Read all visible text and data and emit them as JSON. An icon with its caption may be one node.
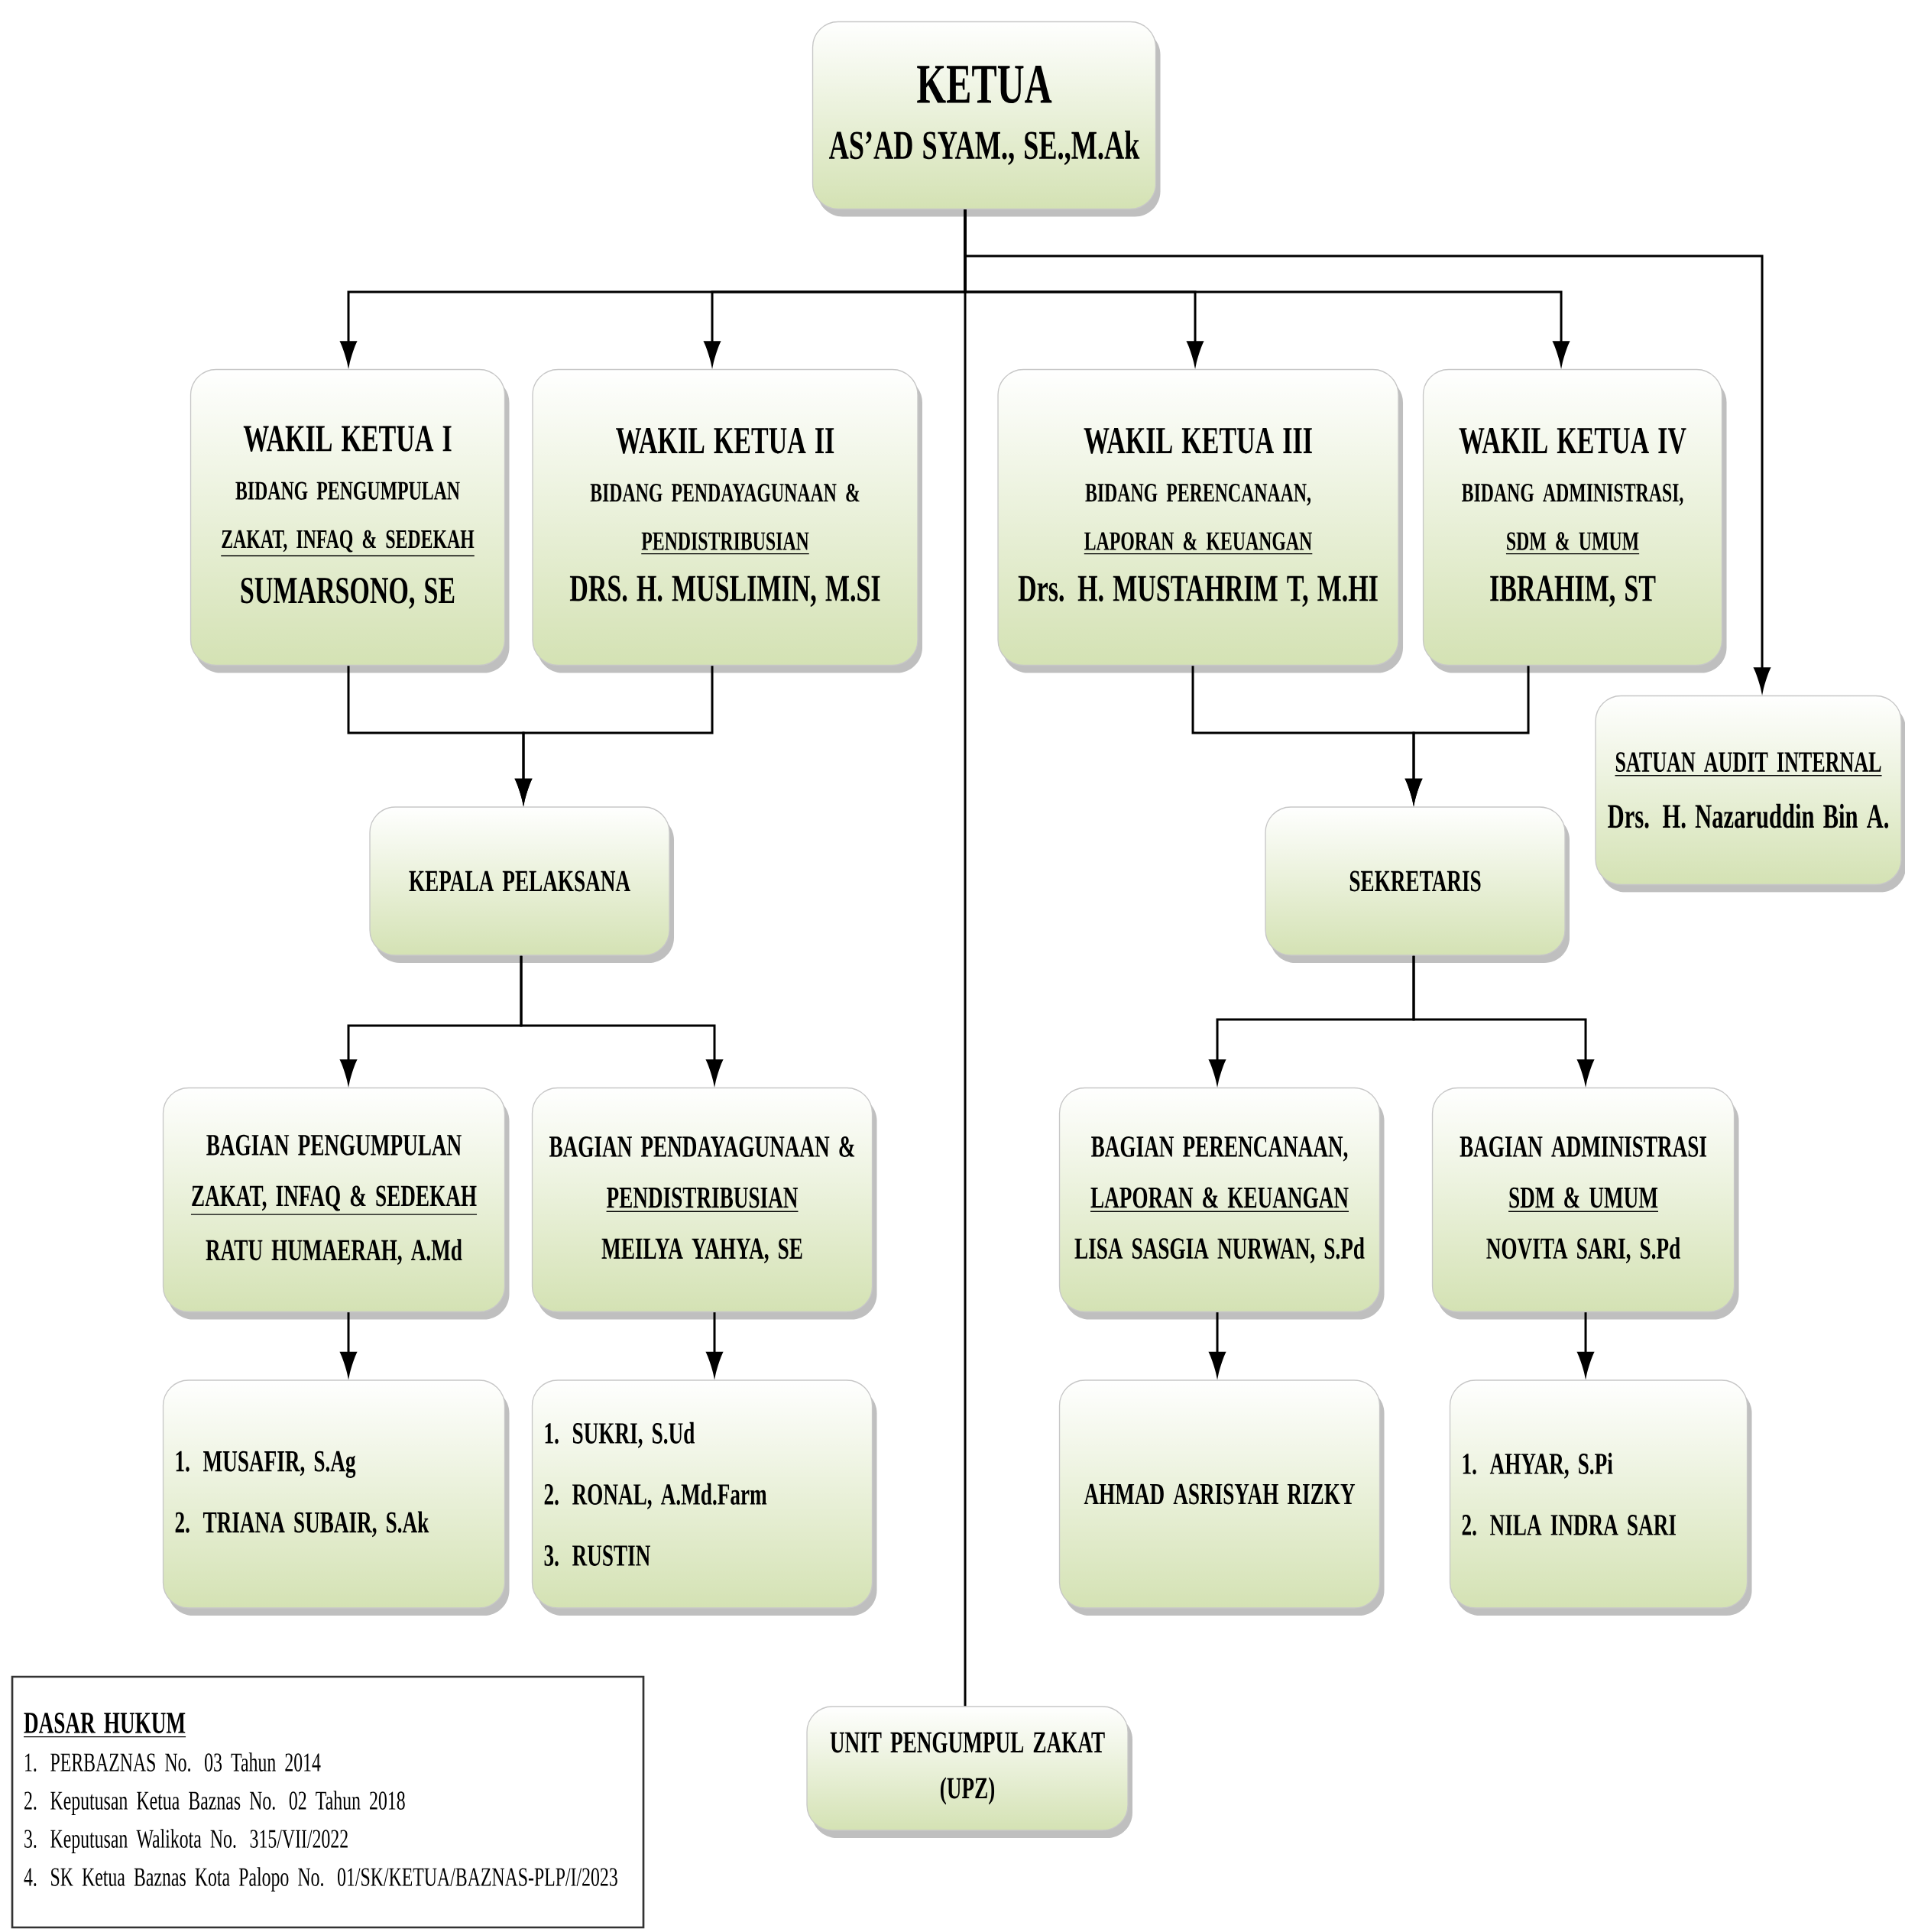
{
  "diagram": {
    "nodes": [
      {
        "text": [
          "KETUA",
          "AS’AD SYAM., SE.,M.Ak"
        ]
      },
      {
        "text": [
          "WAKIL KETUA I",
          "BIDANG PENGUMPULAN",
          "ZAKAT, INFAQ & SEDEKAH",
          "SUMARSONO, SE"
        ]
      },
      {
        "text": [
          "WAKIL KETUA II",
          "BIDANG PENDAYAGUNAAN &",
          "PENDISTRIBUSIAN",
          "DRS. H. MUSLIMIN, M.SI"
        ]
      },
      {
        "text": [
          "WAKIL KETUA III",
          "BIDANG PERENCANAAN,",
          "LAPORAN & KEUANGAN",
          "Drs. H. MUSTAHRIM T, M.HI"
        ]
      },
      {
        "text": [
          "WAKIL KETUA IV",
          "BIDANG ADMINISTRASI,",
          "SDM & UMUM",
          "IBRAHIM, ST"
        ]
      },
      {
        "text": [
          "SATUAN AUDIT INTERNAL",
          "Drs. H. Nazaruddin Bin A."
        ]
      },
      {
        "text": [
          "KEPALA PELAKSANA"
        ]
      },
      {
        "text": [
          "SEKRETARIS"
        ]
      },
      {
        "text": [
          "BAGIAN PENGUMPULAN",
          "ZAKAT, INFAQ & SEDEKAH",
          "RATU HUMAERAH, A.Md"
        ]
      },
      {
        "text": [
          "BAGIAN PENDAYAGUNAAN &",
          "PENDISTRIBUSIAN",
          "MEILYA YAHYA, SE"
        ]
      },
      {
        "text": [
          "BAGIAN PERENCANAAN,",
          "LAPORAN & KEUANGAN",
          "LISA SASGIA NURWAN, S.Pd"
        ]
      },
      {
        "text": [
          "BAGIAN ADMINISTRASI",
          "SDM & UMUM",
          "NOVITA SARI, S.Pd"
        ]
      },
      {
        "text": [
          "1. MUSAFIR, S.Ag",
          "2. TRIANA SUBAIR, S.Ak"
        ]
      },
      {
        "text": [
          "1. SUKRI, S.Ud",
          "2. RONAL, A.Md.Farm",
          "3. RUSTIN"
        ]
      },
      {
        "text": [
          "AHMAD ASRISYAH RIZKY"
        ]
      },
      {
        "text": [
          "1. AHYAR, S.Pi",
          "2. NILA INDRA SARI"
        ]
      },
      {
        "text": [
          "UNIT PENGUMPUL ZAKAT",
          "(UPZ)"
        ]
      },
      {
        "text": [
          "DASAR HUKUM",
          "1. PERBAZNAS No. 03 Tahun 2014",
          "2. Keputusan Ketua Baznas No. 02 Tahun 2018",
          "3. Keputusan Walikota No. 315/VII/2022",
          "4. SK Ketua Baznas Kota Palopo No. 01/SK/KETUA/BAZNAS-PLP/I/2023"
        ]
      }
    ],
    "edges": [
      {
        "from": 0,
        "to": 1,
        "arrow": "to"
      },
      {
        "from": 0,
        "to": 2,
        "arrow": "to"
      },
      {
        "from": 0,
        "to": 3,
        "arrow": "to"
      },
      {
        "from": 0,
        "to": 4,
        "arrow": "to"
      },
      {
        "from": 0,
        "to": 5,
        "arrow": "to"
      },
      {
        "from": 0,
        "to": 16,
        "arrow": "none"
      },
      {
        "from": 1,
        "to": 6,
        "arrow": "to"
      },
      {
        "from": 2,
        "to": 6,
        "arrow": "to"
      },
      {
        "from": 3,
        "to": 7,
        "arrow": "to"
      },
      {
        "from": 4,
        "to": 7,
        "arrow": "to"
      },
      {
        "from": 6,
        "to": 8,
        "arrow": "to"
      },
      {
        "from": 6,
        "to": 9,
        "arrow": "to"
      },
      {
        "from": 7,
        "to": 10,
        "arrow": "to"
      },
      {
        "from": 7,
        "to": 11,
        "arrow": "to"
      },
      {
        "from": 8,
        "to": 12,
        "arrow": "to"
      },
      {
        "from": 9,
        "to": 13,
        "arrow": "to"
      },
      {
        "from": 10,
        "to": 14,
        "arrow": "to"
      },
      {
        "from": 11,
        "to": 15,
        "arrow": "to"
      }
    ]
  }
}
